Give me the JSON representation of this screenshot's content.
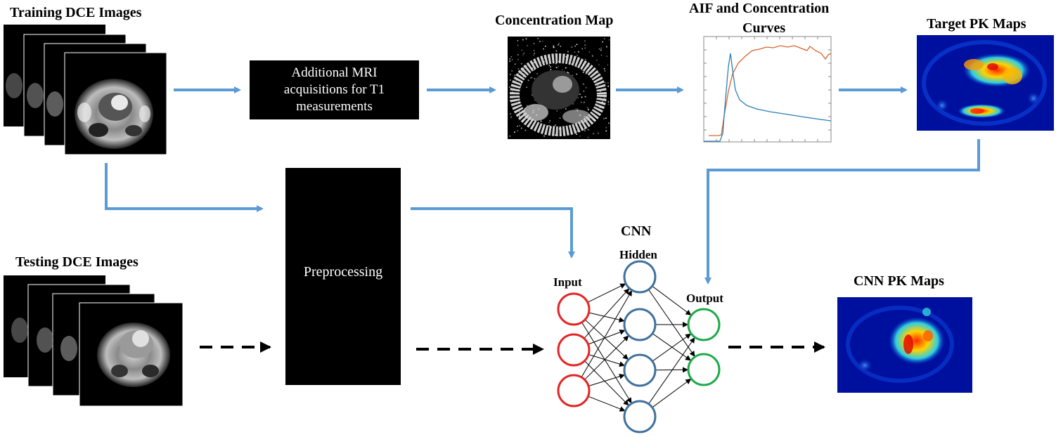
{
  "labels": {
    "training": "Training DCE Images",
    "testing": "Testing DCE Images",
    "concentration_map": "Concentration Map",
    "aif_line1": "AIF and Concentration",
    "aif_line2": "Curves",
    "target_pk": "Target PK Maps",
    "cnn": "CNN",
    "hidden": "Hidden",
    "input": "Input",
    "output": "Output",
    "cnn_pk": "CNN PK Maps"
  },
  "boxes": {
    "mri_line1": "Additional MRI",
    "mri_line2": "acquisitions for T1",
    "mri_line3": "measurements",
    "preprocessing": "Preprocessing"
  },
  "colors": {
    "arrow_blue": "#5b9bd5",
    "input_node": "#e32626",
    "hidden_node": "#41719c",
    "output_node": "#1eaa4b",
    "aif_curve": "#2a7fb8",
    "conc_curve": "#d9632b",
    "map_background": "#00109e"
  },
  "network": {
    "input_nodes": 3,
    "hidden_nodes": 4,
    "output_nodes": 2
  }
}
